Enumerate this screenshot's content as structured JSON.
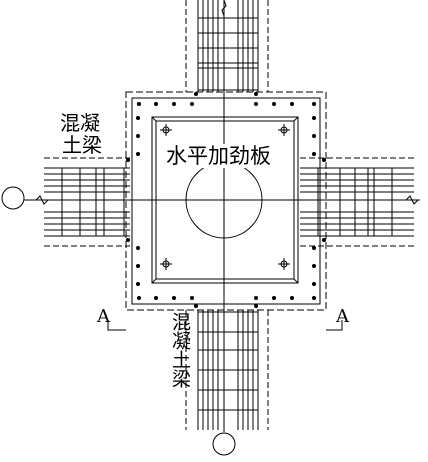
{
  "labels": {
    "concrete_beam_upper": "混凝",
    "concrete_beam_lower": "土梁",
    "stiffener_plate": "水平加劲板",
    "concrete_beam_vertical": "混凝土梁",
    "section_left": "A",
    "section_right": "A"
  },
  "colors": {
    "line": "#000000",
    "background": "#ffffff"
  }
}
